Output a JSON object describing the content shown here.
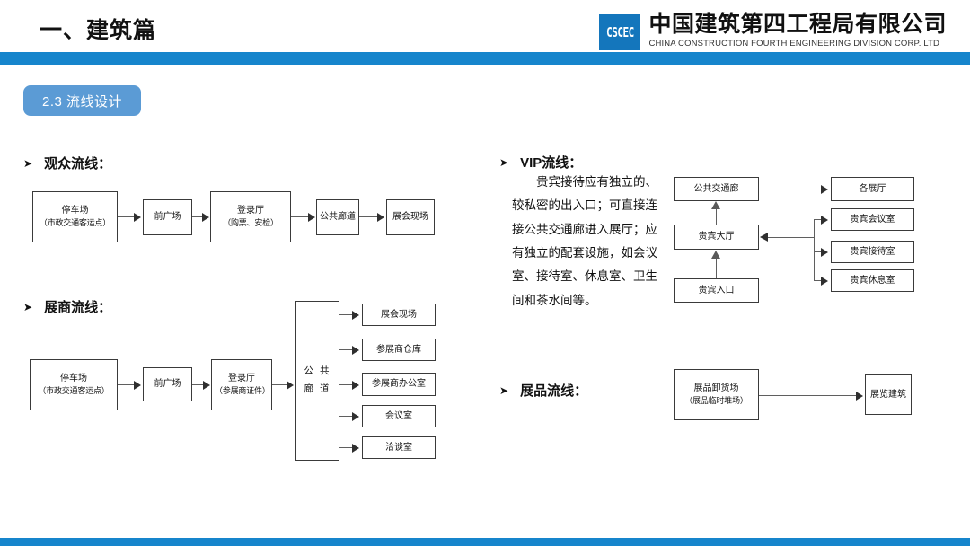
{
  "header": {
    "title": "一、建筑篇",
    "logo_mark_text": "CSCEC",
    "company_cn": "中国建筑第四工程局有限公司",
    "company_en": "CHINA CONSTRUCTION FOURTH ENGINEERING DIVISION CORP. LTD",
    "accent_color": "#1685cc",
    "logo_color": "#1476bc"
  },
  "section": {
    "chip_label": "2.3  流线设计",
    "chip_color": "#5b9bd5"
  },
  "bullet_glyph": "➤",
  "flows": {
    "visitor": {
      "heading": "观众流线：",
      "nodes": [
        {
          "line1": "停车场",
          "line2": "（市政交通客运点）"
        },
        {
          "line1": "前广场",
          "line2": ""
        },
        {
          "line1": "登录厅",
          "line2": "（购票、安检）"
        },
        {
          "line1": "公共廊道",
          "line2": ""
        },
        {
          "line1": "展会现场",
          "line2": ""
        }
      ]
    },
    "exhibitor": {
      "heading": "展商流线：",
      "nodes": [
        {
          "line1": "停车场",
          "line2": "（市政交通客运点）"
        },
        {
          "line1": "前广场",
          "line2": ""
        },
        {
          "line1": "登录厅",
          "line2": "（参展商证件）"
        }
      ],
      "hub": {
        "line1": "公 共",
        "line2": "廊 道"
      },
      "destinations": [
        {
          "label": "展会现场"
        },
        {
          "label": "参展商仓库"
        },
        {
          "label": "参展商办公室"
        },
        {
          "label": "会议室"
        },
        {
          "label": "洽谈室"
        }
      ]
    },
    "vip": {
      "heading": "VIP流线：",
      "paragraph": "贵宾接待应有独立的、较私密的出入口；可直接连接公共交通廊进入展厅；应有独立的配套设施，如会议室、接待室、休息室、卫生间和茶水间等。",
      "left_nodes": [
        {
          "label": "公共交通廊"
        },
        {
          "label": "贵宾大厅"
        },
        {
          "label": "贵宾入口"
        }
      ],
      "right_nodes": [
        {
          "label": "各展厅"
        },
        {
          "label": "贵宾会议室"
        },
        {
          "label": "贵宾接待室"
        },
        {
          "label": "贵宾休息室"
        }
      ]
    },
    "exhibit": {
      "heading": "展品流线：",
      "source": {
        "line1": "展品卸货场",
        "line2": "（展品临时堆场）"
      },
      "target": {
        "line1": "展览建筑",
        "line2": ""
      }
    }
  }
}
